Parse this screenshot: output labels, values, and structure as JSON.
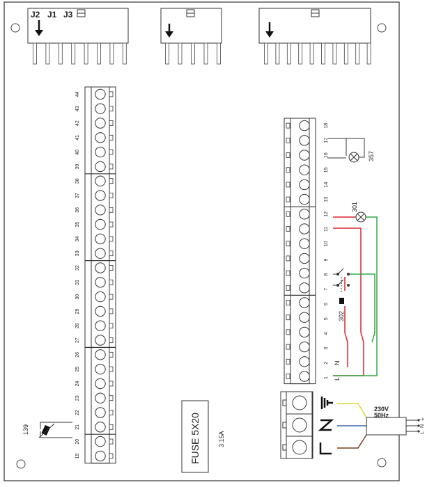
{
  "connectors": {
    "labels": [
      "J2",
      "J1",
      "J3"
    ]
  },
  "left_terminals": [
    "44",
    "43",
    "42",
    "41",
    "40",
    "39",
    "38",
    "37",
    "36",
    "35",
    "34",
    "33",
    "32",
    "31",
    "30",
    "29",
    "28",
    "27",
    "26",
    "25",
    "24",
    "23",
    "22",
    "21",
    "20",
    "19"
  ],
  "right_terminals": [
    "18",
    "17",
    "16",
    "15",
    "14",
    "13",
    "12",
    "11",
    "10",
    "9",
    "8",
    "7",
    "6",
    "5",
    "4",
    "3",
    "2",
    "1"
  ],
  "terminal_letters": {
    "n": "N",
    "l": "L"
  },
  "component_labels": {
    "c357": "357",
    "c301": "301",
    "c302": "302",
    "c139": "139"
  },
  "fuse": {
    "size": "FUSE 5X20",
    "rating": "3.15A"
  },
  "supply": {
    "voltage": "230V",
    "frequency": "50Hz",
    "lines": [
      "L",
      "N",
      "⏚"
    ]
  },
  "wire_colors": {
    "red": "#d8262e",
    "green": "#34a845",
    "blue": "#3a67b0",
    "brown": "#7a3b1a",
    "yellow": "#e2d22a"
  }
}
